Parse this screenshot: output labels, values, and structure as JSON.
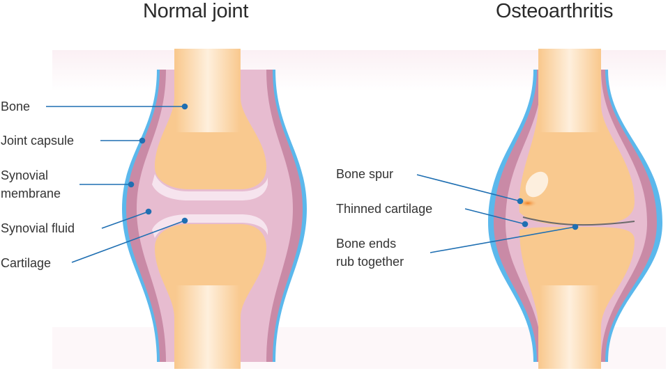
{
  "titles": {
    "normal": "Normal joint",
    "oa": "Osteoarthritis"
  },
  "normal_labels": {
    "bone": "Bone",
    "joint_capsule": "Joint capsule",
    "synovial_membrane_1": "Synovial",
    "synovial_membrane_2": "membrane",
    "synovial_fluid": "Synovial fluid",
    "cartilage": "Cartilage"
  },
  "oa_labels": {
    "bone_spur": "Bone spur",
    "thinned_cartilage": "Thinned cartilage",
    "bone_ends_1": "Bone ends",
    "bone_ends_2": "rub together"
  },
  "colors": {
    "capsule_blue": "#5bb8ec",
    "membrane": "#c98aa6",
    "fluid": "#e7bcd0",
    "bone": "#f9c98f",
    "leader": "#1f6fb2",
    "spur": "#f08a2a"
  }
}
